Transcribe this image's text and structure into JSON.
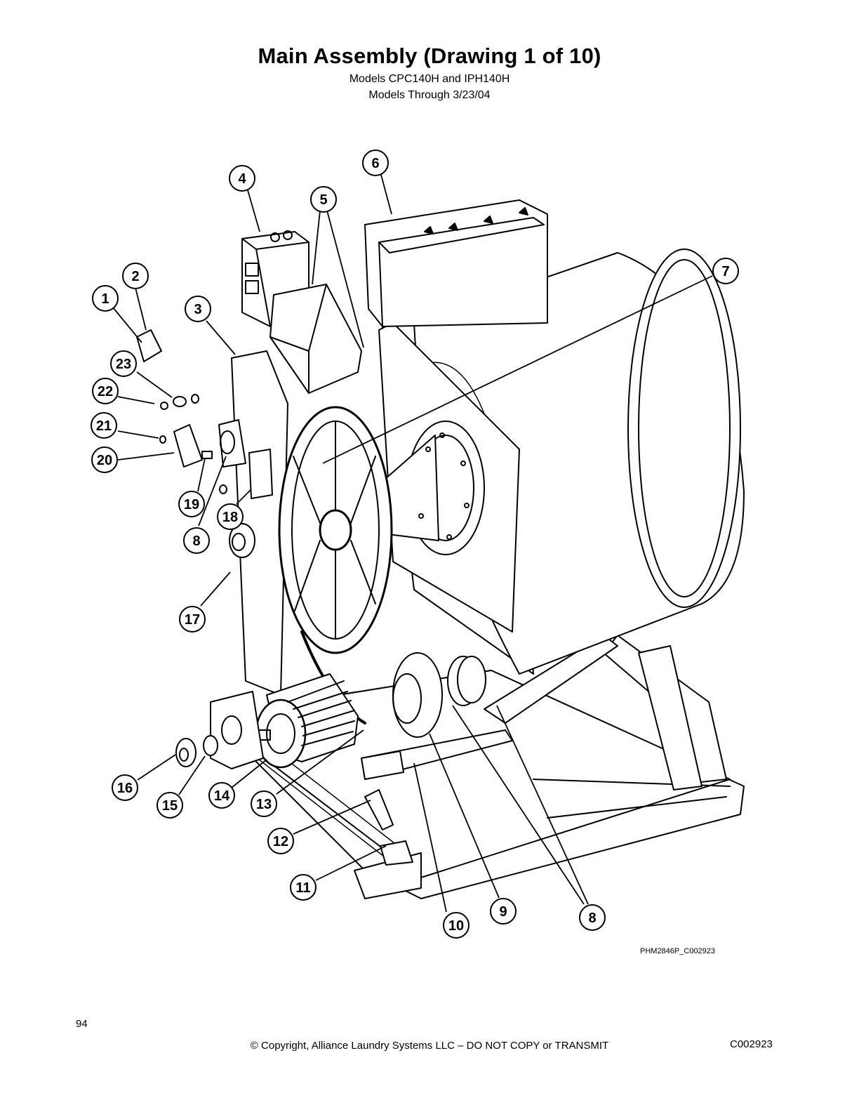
{
  "header": {
    "title": "Main Assembly (Drawing 1 of 10)",
    "subtitle_line1": "Models CPC140H and IPH140H",
    "subtitle_line2": "Models Through 3/23/04"
  },
  "callouts": [
    {
      "id": "c1",
      "label": "1"
    },
    {
      "id": "c2",
      "label": "2"
    },
    {
      "id": "c3",
      "label": "3"
    },
    {
      "id": "c4",
      "label": "4"
    },
    {
      "id": "c5",
      "label": "5"
    },
    {
      "id": "c6",
      "label": "6"
    },
    {
      "id": "c7",
      "label": "7"
    },
    {
      "id": "c8a",
      "label": "8"
    },
    {
      "id": "c8b",
      "label": "8"
    },
    {
      "id": "c9",
      "label": "9"
    },
    {
      "id": "c10",
      "label": "10"
    },
    {
      "id": "c11",
      "label": "11"
    },
    {
      "id": "c12",
      "label": "12"
    },
    {
      "id": "c13",
      "label": "13"
    },
    {
      "id": "c14",
      "label": "14"
    },
    {
      "id": "c15",
      "label": "15"
    },
    {
      "id": "c16",
      "label": "16"
    },
    {
      "id": "c17",
      "label": "17"
    },
    {
      "id": "c18",
      "label": "18"
    },
    {
      "id": "c19",
      "label": "19"
    },
    {
      "id": "c20",
      "label": "20"
    },
    {
      "id": "c21",
      "label": "21"
    },
    {
      "id": "c22",
      "label": "22"
    },
    {
      "id": "c23",
      "label": "23"
    }
  ],
  "drawing_code": "PHM2846P_C002923",
  "footer": {
    "page_number": "94",
    "copyright": "© Copyright, Alliance Laundry Systems LLC – DO NOT COPY or TRANSMIT",
    "doc_id": "C002923"
  }
}
